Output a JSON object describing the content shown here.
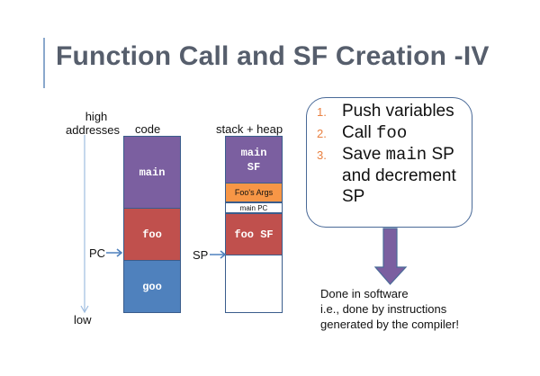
{
  "title": "Function Call and SF Creation  -IV",
  "axis": {
    "high_line1": "high",
    "high_line2": "addresses",
    "low": "low"
  },
  "code_column": {
    "header": "code",
    "blocks": [
      {
        "label": "main",
        "color": "#7b5fa0"
      },
      {
        "label": "foo",
        "color": "#c0504d"
      },
      {
        "label": "goo",
        "color": "#4f81bd"
      }
    ],
    "pointer_label": "PC"
  },
  "stack_column": {
    "header": "stack + heap",
    "blocks": [
      {
        "label_line1": "main",
        "label_line2": "SF",
        "color": "#7b5fa0"
      },
      {
        "label": "Foo's Args",
        "color": "#f79646"
      },
      {
        "label": "main PC",
        "color": "#ffffff"
      },
      {
        "label": "foo SF",
        "color": "#c0504d"
      },
      {
        "label": "",
        "color": "#ffffff"
      }
    ],
    "pointer_label": "SP"
  },
  "steps": [
    {
      "num": "1.",
      "text": "Push variables"
    },
    {
      "num": "2.",
      "text_pre": "Call ",
      "code": "foo"
    },
    {
      "num": "3.",
      "text_pre": "Save ",
      "code": "main",
      "text_post": " SP",
      "line2": "and decrement",
      "line3": "SP"
    }
  ],
  "note": {
    "line1": "Done in software",
    "line2": "i.e., done by instructions",
    "line3": "generated by the compiler!"
  },
  "colors": {
    "purple": "#7b5fa0",
    "red": "#c0504d",
    "blue": "#4f81bd",
    "orange": "#f79646",
    "title": "#565e6c",
    "step_number": "#e98040"
  }
}
